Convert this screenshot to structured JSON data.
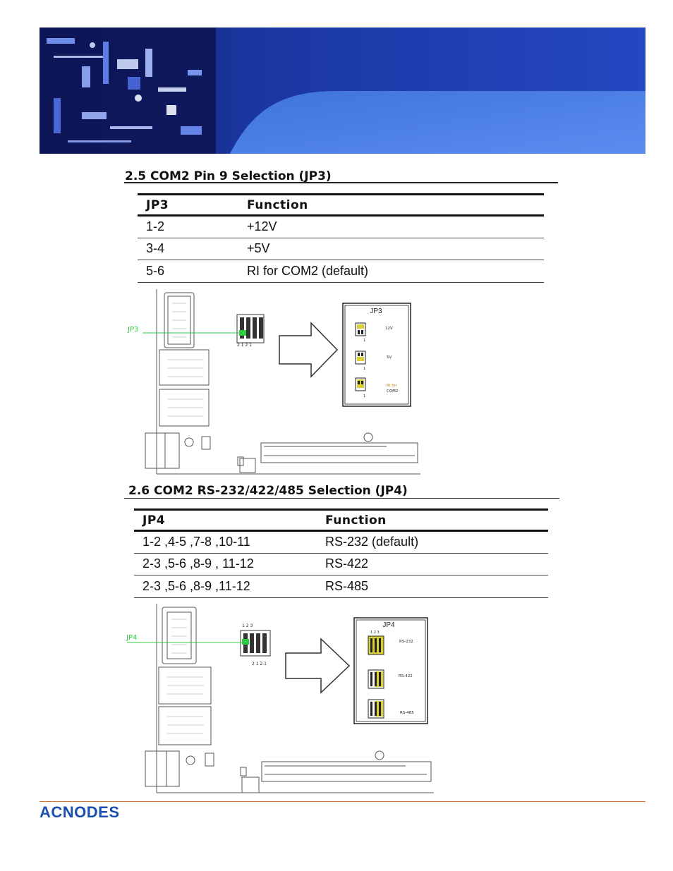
{
  "section_25": {
    "title": "2.5 COM2 Pin 9 Selection (JP3)",
    "headers": [
      "JP3",
      "Function"
    ],
    "rows": [
      {
        "pins": "1-2",
        "function": "+12V"
      },
      {
        "pins": "3-4",
        "function": "+5V"
      },
      {
        "pins": "5-6",
        "function": "RI for COM2 (default)"
      }
    ],
    "diagram": {
      "board_label": "JP3",
      "pin_numbers": "2 1 2 1",
      "detail_title": "JP3",
      "options": [
        {
          "pin": "1",
          "label": "12V"
        },
        {
          "pin": "1",
          "label": "5V"
        },
        {
          "pin": "1",
          "label_line1": "RI for",
          "label_line2": "COM2"
        }
      ]
    }
  },
  "section_26": {
    "title": "2.6 COM2 RS-232/422/485 Selection (JP4)",
    "headers": [
      "JP4",
      "Function"
    ],
    "rows": [
      {
        "pins": "1-2 ,4-5 ,7-8 ,10-11",
        "function": "RS-232 (default)"
      },
      {
        "pins": "2-3 ,5-6 ,8-9 , 11-12",
        "function": "RS-422"
      },
      {
        "pins": "2-3 ,5-6 ,8-9 ,11-12",
        "function": "RS-485"
      }
    ],
    "diagram": {
      "board_label": "JP4",
      "pin_numbers_top": "1 2 3",
      "pin_numbers_bottom": "2 1 2 1",
      "detail_title": "JP4",
      "detail_pins": "1  2 3",
      "options": [
        {
          "label": "RS-232"
        },
        {
          "label": "RS-422"
        },
        {
          "label": "RS-485"
        }
      ]
    }
  },
  "footer": {
    "logo": "ACNODES"
  },
  "colors": {
    "banner_blue": "#1f3a9a",
    "banner_light": "#4a7be0",
    "leader_green": "#2ecc40",
    "footer_rule": "#d8722f",
    "logo_blue": "#1b4fb3"
  }
}
